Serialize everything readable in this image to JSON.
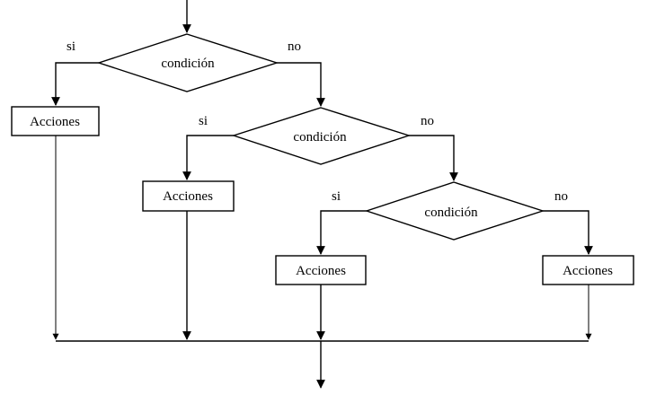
{
  "diagram": {
    "conditions": [
      {
        "label": "condición",
        "yes_label": "si",
        "no_label": "no"
      },
      {
        "label": "condición",
        "yes_label": "si",
        "no_label": "no"
      },
      {
        "label": "condición",
        "yes_label": "si",
        "no_label": "no"
      }
    ],
    "actions": [
      {
        "label": "Acciones"
      },
      {
        "label": "Acciones"
      },
      {
        "label": "Acciones"
      },
      {
        "label": "Acciones"
      }
    ]
  }
}
